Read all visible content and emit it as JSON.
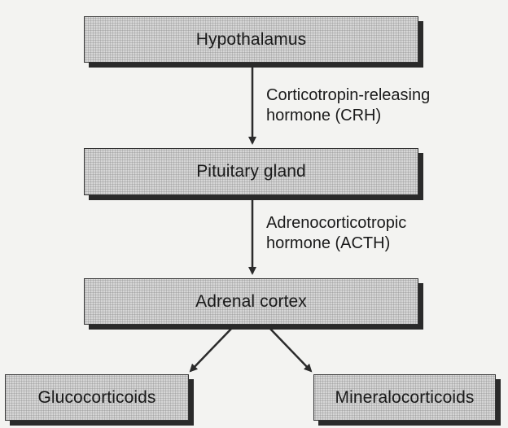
{
  "nodes": {
    "hypothalamus": "Hypothalamus",
    "pituitary": "Pituitary gland",
    "adrenal": "Adrenal cortex",
    "gluco": "Glucocorticoids",
    "mineralo": "Mineralocorticoids"
  },
  "edges": {
    "crh": {
      "line1": "Corticotropin-releasing",
      "line2": "hormone (CRH)"
    },
    "acth": {
      "line1": "Adrenocorticotropic",
      "line2": "hormone (ACTH)"
    }
  }
}
